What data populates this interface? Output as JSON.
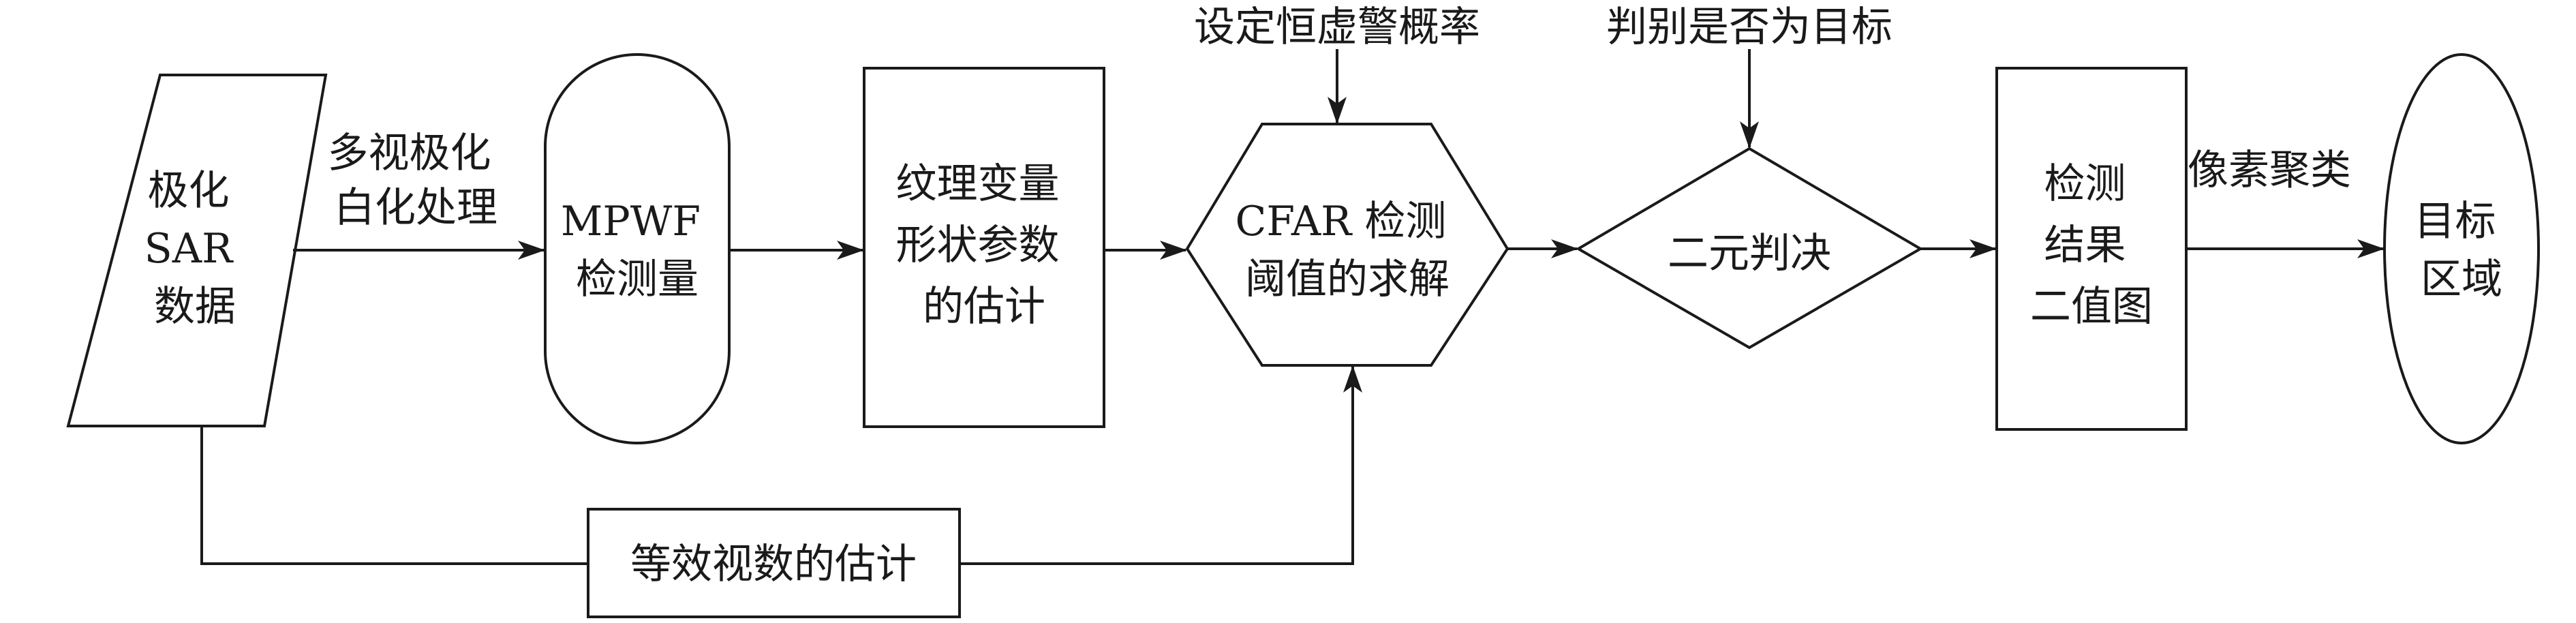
{
  "nodes": {
    "sar_data": [
      "极化",
      "SAR",
      "数据"
    ],
    "mpwf": [
      "MPWF",
      "检测量"
    ],
    "texture": [
      "纹理变量",
      "形状参数",
      "的估计"
    ],
    "cfar": [
      "CFAR 检测",
      "阈值的求解"
    ],
    "binary": [
      "二元判决"
    ],
    "result": [
      "检测",
      "结果",
      "二值图"
    ],
    "target": [
      "目标",
      "区域"
    ],
    "enl": [
      "等效视数的估计"
    ]
  },
  "edge_labels": {
    "whitening": [
      "多视极化",
      "白化处理"
    ],
    "pfa": [
      "设定恒虚警概率"
    ],
    "judge": [
      "判别是否为目标"
    ],
    "cluster": [
      "像素聚类"
    ]
  },
  "colors": {
    "stroke": "#1a1a1a",
    "fill": "#ffffff"
  }
}
